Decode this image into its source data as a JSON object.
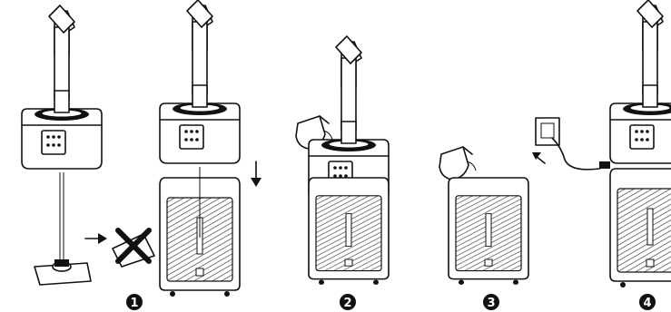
{
  "steps": [
    {
      "number": "1",
      "glyph": "❶"
    },
    {
      "number": "2",
      "glyph": "❷"
    },
    {
      "number": "3",
      "glyph": "❸"
    },
    {
      "number": "4",
      "glyph": "❹"
    }
  ],
  "colors": {
    "line": "#111111",
    "background": "#ffffff",
    "badge": "#111111"
  },
  "icons": [
    "humidifier-top-unit",
    "nozzle-pipe",
    "filter-pad",
    "cross-out",
    "arrow-right",
    "arrow-down",
    "water-jug",
    "base-tank",
    "wall-socket",
    "power-plug"
  ]
}
